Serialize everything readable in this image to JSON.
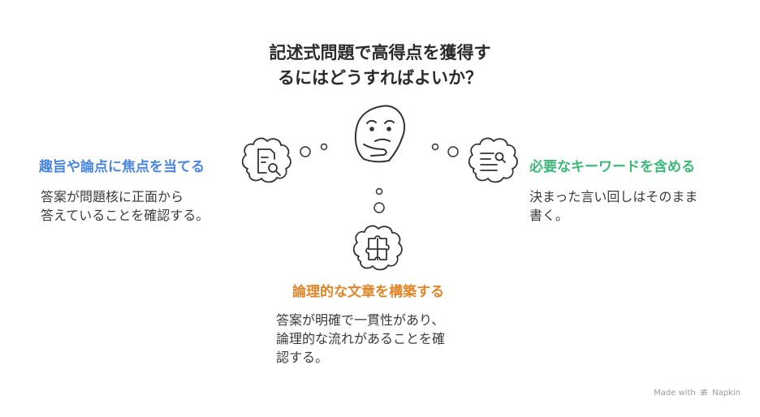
{
  "title": {
    "line1": "記述式問題で高得点を獲得す",
    "line2": "るにはどうすればよいか？"
  },
  "items": [
    {
      "heading": "趣旨や論点に焦点を当てる",
      "lines": [
        "答案が問題核に正面から",
        "答えていることを確認する。"
      ],
      "icon": "document-search-icon",
      "color": "#4a86e0"
    },
    {
      "heading": "必要なキーワードを含める",
      "lines": [
        "決まった言い回しはそのまま",
        "書く。"
      ],
      "icon": "list-search-icon",
      "color": "#3cb878"
    },
    {
      "heading": "論理的な文章を構築する",
      "lines": [
        "答案が明確で一貫性があり、",
        "論理的な流れがあることを確",
        "認する。"
      ],
      "icon": "puzzle-icon",
      "color": "#e0862a"
    }
  ],
  "center_icon": "thinking-face-icon",
  "footer": {
    "text": "Made with",
    "brand": "Napkin",
    "icon": "napkin-logo-icon"
  }
}
